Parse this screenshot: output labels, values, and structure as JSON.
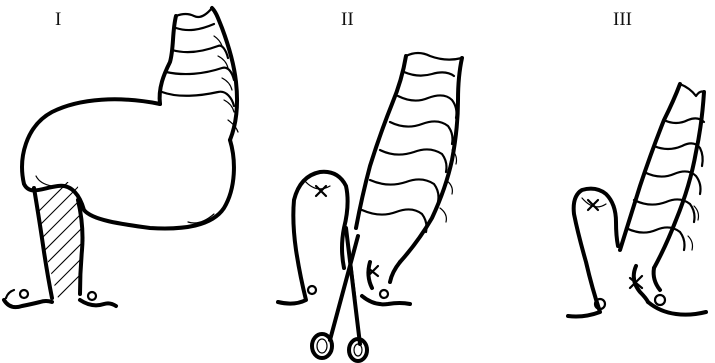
{
  "panels": [
    {
      "id": "panel-1",
      "numeral": "I"
    },
    {
      "id": "panel-2",
      "numeral": "II"
    },
    {
      "id": "panel-3",
      "numeral": "III"
    }
  ]
}
